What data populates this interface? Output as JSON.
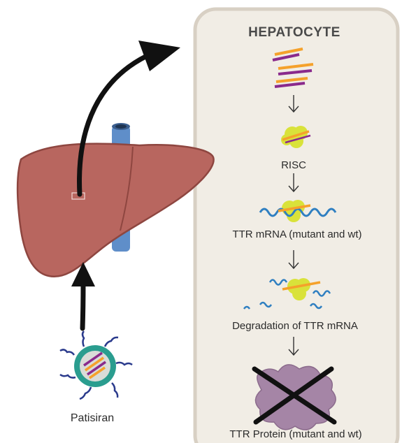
{
  "panel": {
    "title": "HEPATOCYTE",
    "steps": {
      "risc": "RISC",
      "ttr_mrna": "TTR mRNA (mutant and wt)",
      "degradation": "Degradation of TTR mRNA",
      "ttr_protein": "TTR Protein (mutant and wt)"
    }
  },
  "drug": {
    "label": "Patisiran"
  },
  "colors": {
    "panel_bg": "#f1ede5",
    "panel_border": "#d8d0c4",
    "liver": "#b8665f",
    "liver_dark": "#8e4640",
    "vessel": "#5f8ec9",
    "strand_orange": "#f5a12b",
    "strand_purple": "#8a2a8c",
    "risc_green": "#d9e23a",
    "mrna_blue": "#2f7fc1",
    "protein_purple": "#a585a6",
    "nanoparticle_teal": "#2a9d8f",
    "arrow_black": "#111111"
  }
}
